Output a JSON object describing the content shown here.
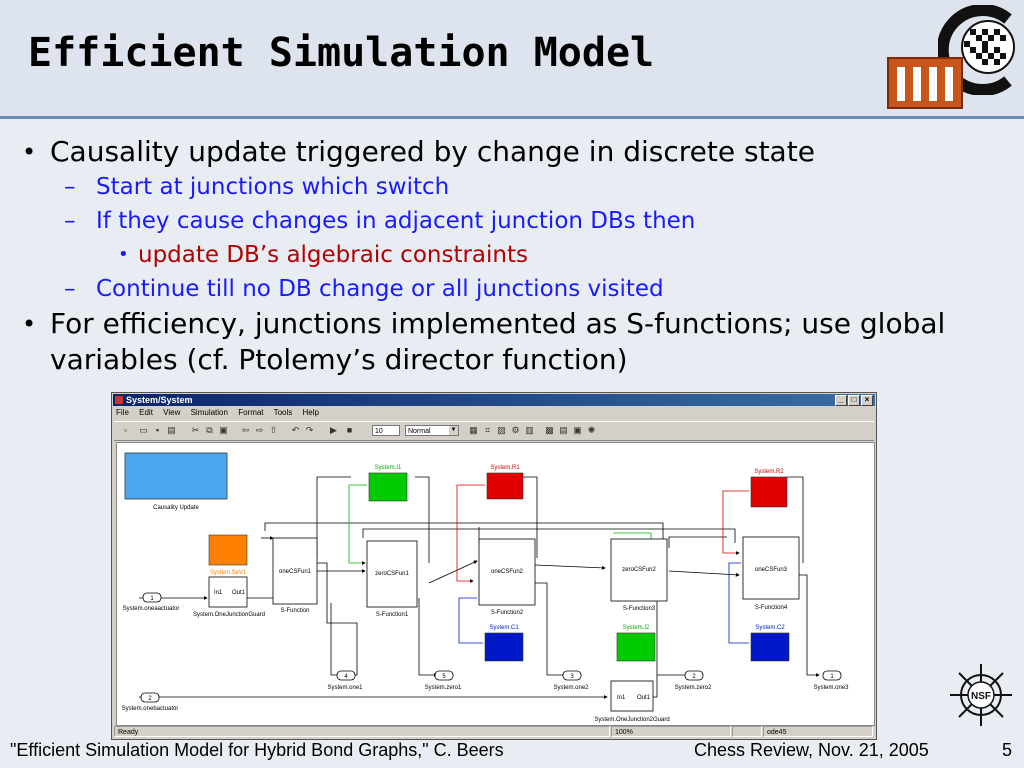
{
  "slide": {
    "title": "Efficient Simulation Model",
    "bullets": [
      {
        "text": "Causality update triggered by change in discrete state"
      },
      {
        "text": "Start at junctions which switch"
      },
      {
        "text": "If they cause changes in adjacent junction DBs then"
      },
      {
        "text": "update DB’s algebraic constraints"
      },
      {
        "text": "Continue till no DB change or all junctions visited"
      },
      {
        "text": "For efficiency, junctions implemented as S-functions; use global variables (cf. Ptolemy’s director function)"
      }
    ],
    "footer_left": "\"Efficient Simulation Model for Hybrid Bond Graphs,\" C. Beers",
    "footer_center": "Chess Review, Nov. 21, 2005",
    "footer_page": "5",
    "logo_nsf": "NSF"
  },
  "window": {
    "title": "System/System",
    "controls": {
      "minimize": "_",
      "maximize": "□",
      "close": "×"
    },
    "menu": [
      "File",
      "Edit",
      "View",
      "Simulation",
      "Format",
      "Tools",
      "Help"
    ],
    "toolbar": {
      "stop_time": "10",
      "mode": "Normal",
      "icons": [
        "new-icon",
        "open-icon",
        "save-icon",
        "print-icon",
        "cut-icon",
        "copy-icon",
        "paste-icon",
        "back-icon",
        "forward-icon",
        "up-icon",
        "undo-icon",
        "redo-icon",
        "play-icon",
        "stop-icon",
        "library-icon",
        "debug-icon",
        "model-explorer-icon",
        "build-icon"
      ]
    },
    "status": {
      "left": "Ready",
      "zoom": "100%",
      "solver": "ode45"
    }
  },
  "diagram": {
    "causality_block": "Causality Update",
    "sources": [
      {
        "label": "System.I1",
        "color": "#00cc00"
      },
      {
        "label": "System.R1",
        "color": "#e00000"
      },
      {
        "label": "System.R2",
        "color": "#e00000"
      },
      {
        "label": "System.SeV1",
        "color": "#ff8000"
      },
      {
        "label": "System.C1",
        "color": "#0018c8"
      },
      {
        "label": "System.I2",
        "color": "#00cc00"
      },
      {
        "label": "System.C2",
        "color": "#0018c8"
      }
    ],
    "sfunctions": [
      {
        "name": "oneCSFun1",
        "caption": "S-Function"
      },
      {
        "name": "zeroCSFun1",
        "caption": "S-Function1"
      },
      {
        "name": "oneCSFun2",
        "caption": "S-Function2"
      },
      {
        "name": "zeroCSFun2",
        "caption": "S-Function3"
      },
      {
        "name": "oneCSFun3",
        "caption": "S-Function4"
      }
    ],
    "guards": [
      {
        "in": "In1",
        "out": "Out1",
        "caption": "System.OneJunctionGuard"
      },
      {
        "in": "In1",
        "out": "Out1",
        "caption": "System.OneJunction2Guard"
      }
    ],
    "inports": [
      {
        "num": "1",
        "caption": "System.oneaactuator"
      },
      {
        "num": "2",
        "caption": "System.onebactuator"
      }
    ],
    "outports": [
      {
        "num": "4",
        "caption": "System.one1"
      },
      {
        "num": "5",
        "caption": "System.zero1"
      },
      {
        "num": "3",
        "caption": "System.one2"
      },
      {
        "num": "2",
        "caption": "System.zero2"
      },
      {
        "num": "1",
        "caption": "System.one3"
      }
    ]
  }
}
